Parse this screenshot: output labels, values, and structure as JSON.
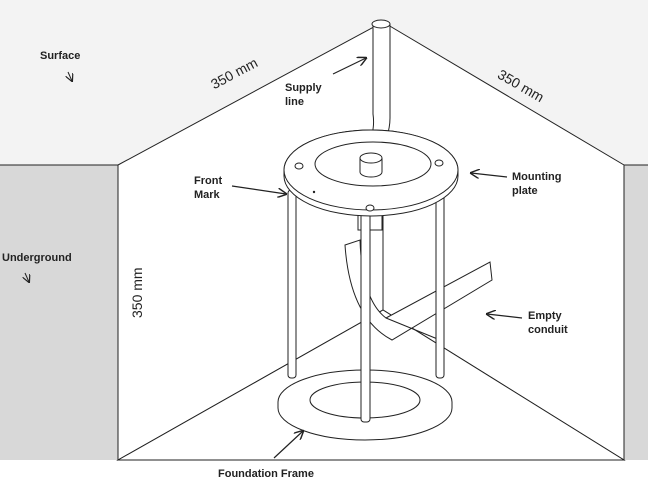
{
  "labels": {
    "surface": "Surface",
    "underground": "Underground",
    "supply_line": [
      "Supply",
      "line"
    ],
    "front_mark": [
      "Front",
      "Mark"
    ],
    "mounting_plate": [
      "Mounting",
      "plate"
    ],
    "empty_conduit": [
      "Empty",
      "conduit"
    ],
    "foundation_frame": "Foundation Frame"
  },
  "dimensions": {
    "left_top": "350 mm",
    "right_top": "350 mm",
    "vertical": "350 mm"
  },
  "colors": {
    "surface_fill": "#f3f3f3",
    "underground_fill": "#d8d8d8",
    "line": "#222222"
  }
}
